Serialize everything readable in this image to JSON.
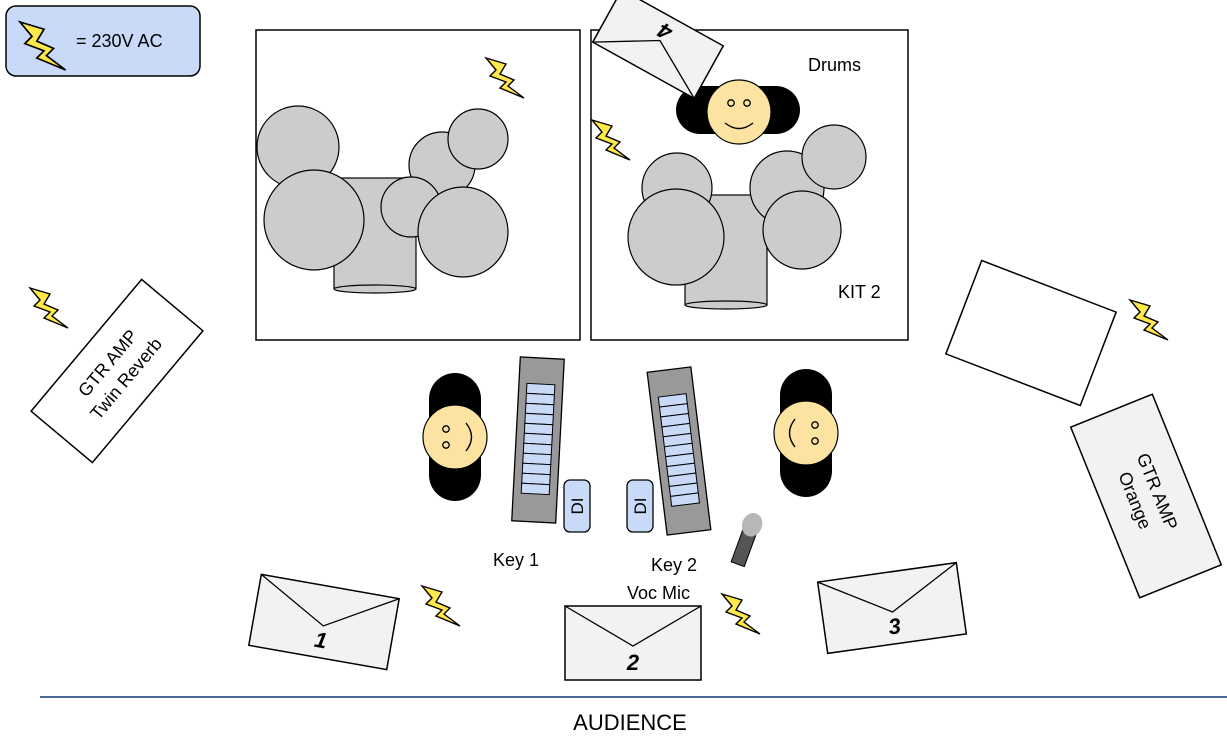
{
  "legend": {
    "text": "= 230V AC",
    "icon": "lightning-bolt-icon"
  },
  "labels": {
    "drums": "Drums",
    "kit2": "KIT 2",
    "key1": "Key 1",
    "key2": "Key 2",
    "voc_mic": "Voc Mic",
    "audience": "AUDIENCE",
    "di": "DI",
    "gtr_amp_left_line1": "GTR AMP",
    "gtr_amp_left_line2": "Twin Reverb",
    "gtr_amp_right_line1": "GTR AMP",
    "gtr_amp_right_line2": "Orange"
  },
  "monitors": [
    "1",
    "2",
    "3",
    "4"
  ],
  "colors": {
    "drum": "#cccccc",
    "face": "#fce3a2",
    "lightning": "#ffe94a",
    "legend_bg": "#c9daf8",
    "keyboard_body": "#999999",
    "keyboard_keys": "#c9daf8",
    "di_box": "#c9daf8",
    "audience_line": "#4a6b94",
    "equipment_bg": "#f2f2f2"
  }
}
